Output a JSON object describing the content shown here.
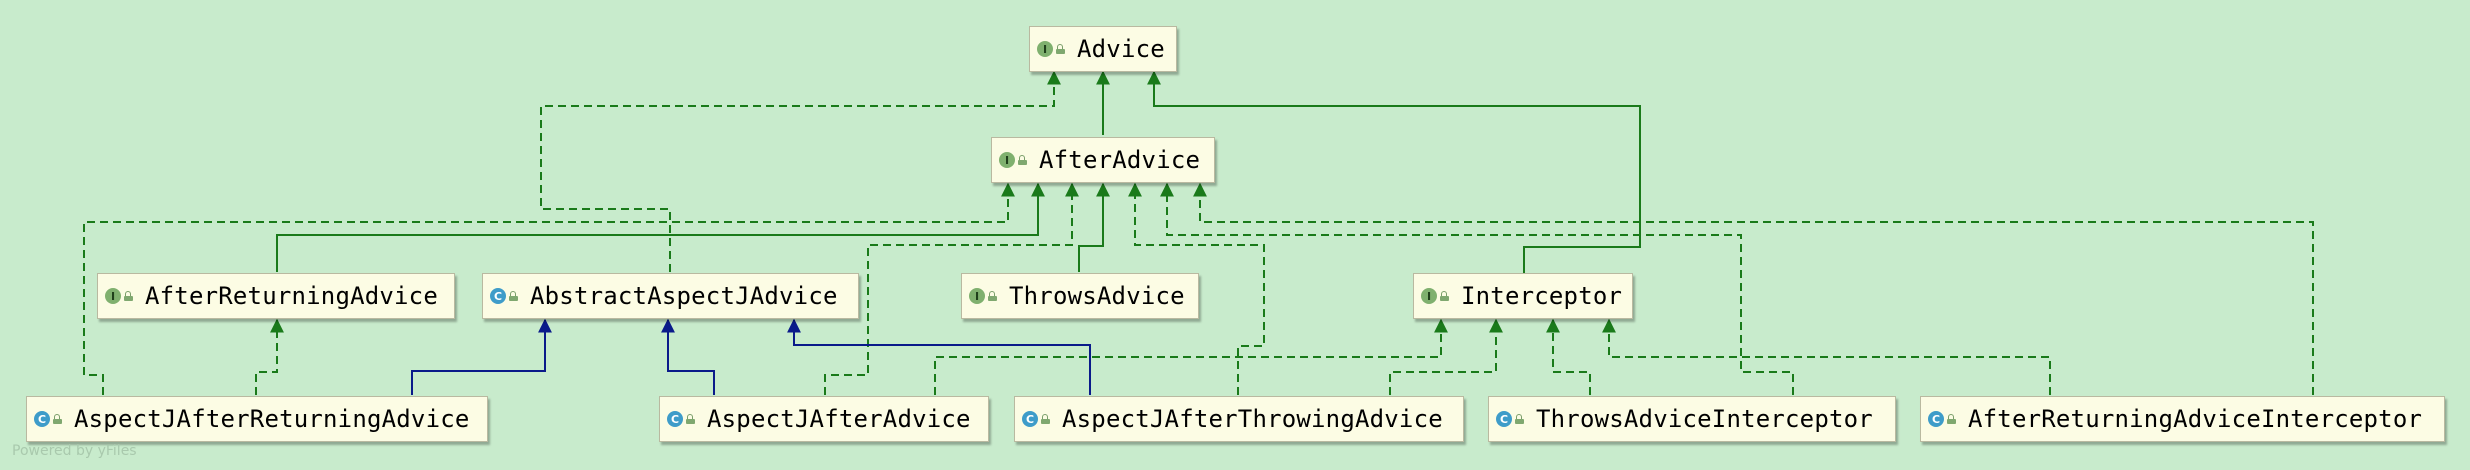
{
  "nodes": {
    "advice": {
      "label": "Advice",
      "kind": "interface"
    },
    "after_advice": {
      "label": "AfterAdvice",
      "kind": "interface"
    },
    "after_returning_advice": {
      "label": "AfterReturningAdvice",
      "kind": "interface"
    },
    "abstract_aspectj_advice": {
      "label": "AbstractAspectJAdvice",
      "kind": "class"
    },
    "throws_advice": {
      "label": "ThrowsAdvice",
      "kind": "interface"
    },
    "interceptor": {
      "label": "Interceptor",
      "kind": "interface"
    },
    "aspectj_after_returning_advice": {
      "label": "AspectJAfterReturningAdvice",
      "kind": "class"
    },
    "aspectj_after_advice": {
      "label": "AspectJAfterAdvice",
      "kind": "class"
    },
    "aspectj_after_throwing_advice": {
      "label": "AspectJAfterThrowingAdvice",
      "kind": "class"
    },
    "throws_advice_interceptor": {
      "label": "ThrowsAdviceInterceptor",
      "kind": "class"
    },
    "after_returning_advice_interceptor": {
      "label": "AfterReturningAdviceInterceptor",
      "kind": "class"
    }
  },
  "icons": {
    "interface": "I",
    "class": "C"
  },
  "colors": {
    "background": "#c8ebcc",
    "extends_edge": "#1a7a1a",
    "implements_edge": "#1a7a1a",
    "class_extends_edge": "#0a1a8a"
  },
  "watermark": "Powered by yFiles"
}
